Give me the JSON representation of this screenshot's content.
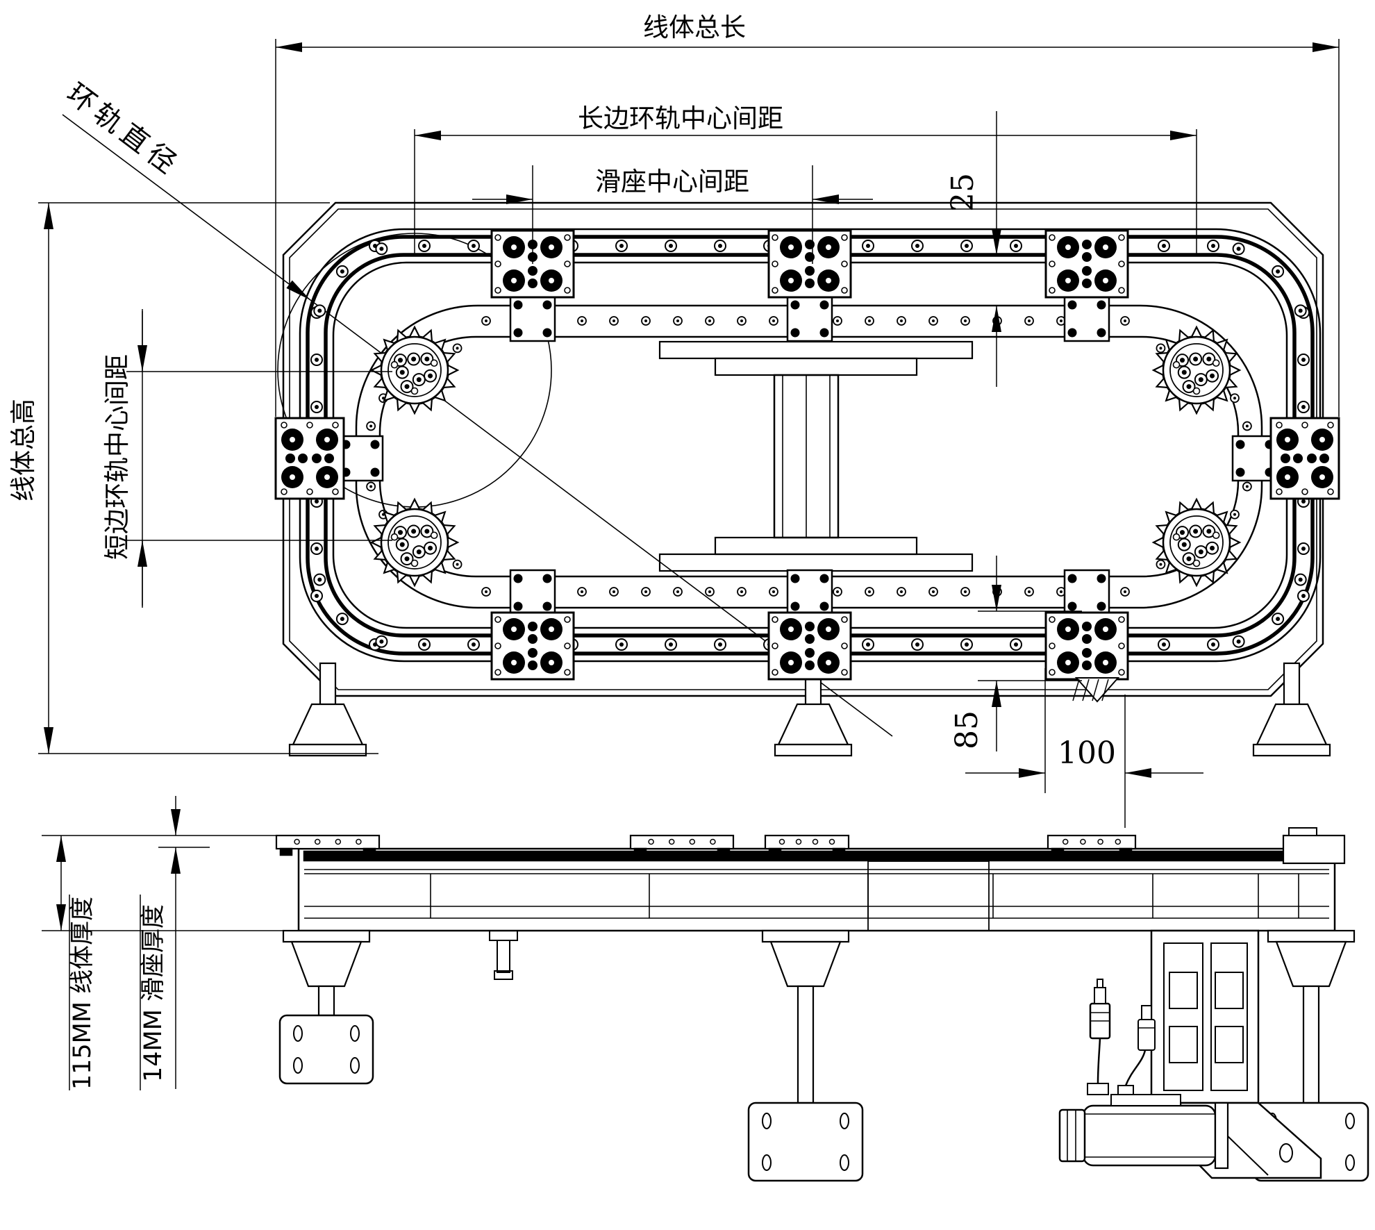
{
  "drawing": {
    "labels": {
      "total_length": "线体总长",
      "long_side_center_distance": "长边环轨中心间距",
      "slider_center_distance": "滑座中心间距",
      "ring_rail_diameter": "环轨直径",
      "total_height": "线体总高",
      "short_side_center_distance": "短边环轨中心间距",
      "dim_rail_offset": "25",
      "dim_slider_height": "85",
      "dim_corner_pitch": "100",
      "body_thickness": "115MM 线体厚度",
      "slider_thickness": "14MM 滑座厚度"
    },
    "colors": {
      "ink": "#000000",
      "paper": "#ffffff"
    }
  }
}
